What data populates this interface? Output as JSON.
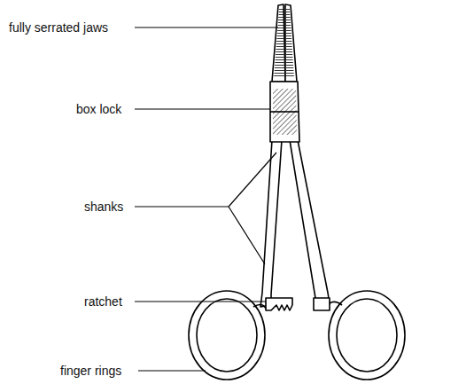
{
  "diagram": {
    "labels": [
      "fully serrated jaws",
      "box lock",
      "shanks",
      "ratchet",
      "finger rings"
    ]
  }
}
